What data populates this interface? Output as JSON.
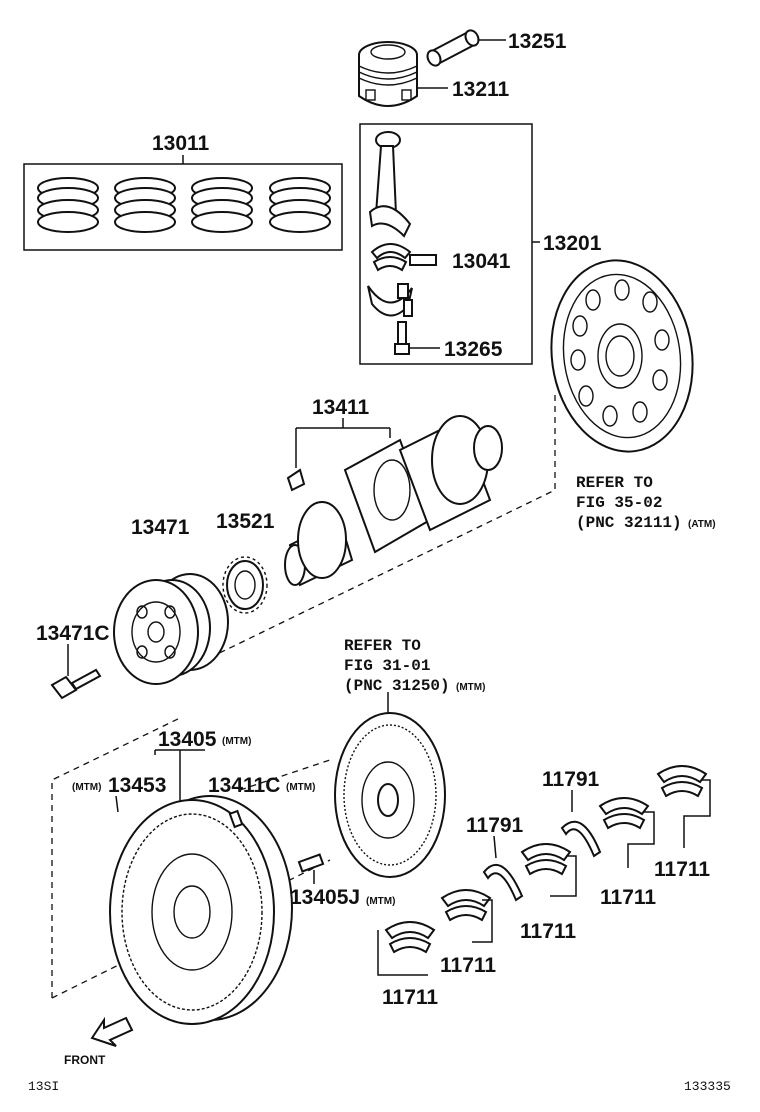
{
  "labels": {
    "p13251": "13251",
    "p13211": "13211",
    "p13011": "13011",
    "p13201": "13201",
    "p13041": "13041",
    "p13265": "13265",
    "p13411": "13411",
    "p13471": "13471",
    "p13521": "13521",
    "p13471c": "13471C",
    "p13405": "13405",
    "p13405_tag": "(MTM)",
    "p13453_tag": "(MTM)",
    "p13453": "13453",
    "p13411c": "13411C",
    "p13411c_tag": "(MTM)",
    "p13405j": "13405J",
    "p13405j_tag": "(MTM)",
    "p11791_a": "11791",
    "p11791_b": "11791",
    "p11711_a": "11711",
    "p11711_b": "11711",
    "p11711_c": "11711",
    "p11711_d": "11711",
    "p11711_e": "11711"
  },
  "refs": {
    "atm_line1": "REFER TO",
    "atm_line2": "FIG 35-02",
    "atm_line3": "(PNC 32111)",
    "atm_tag": "(ATM)",
    "mtm_line1": "REFER TO",
    "mtm_line2": "FIG 31-01",
    "mtm_line3": "(PNC 31250)",
    "mtm_tag": "(MTM)"
  },
  "footer": {
    "front": "FRONT",
    "left_code": "13SI",
    "right_code": "133335"
  },
  "icons": [
    "front-arrow-icon"
  ]
}
